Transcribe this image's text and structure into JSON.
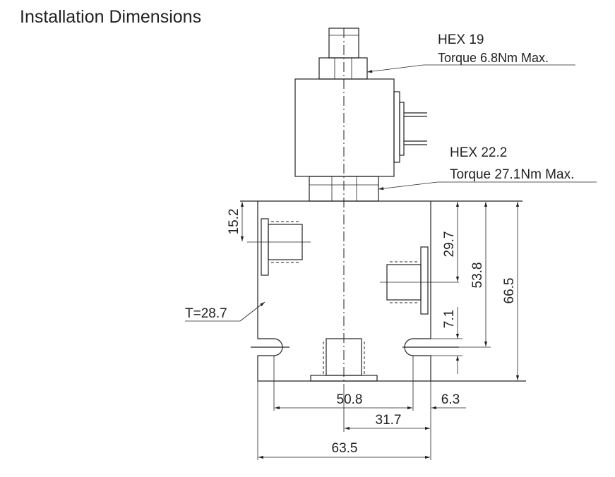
{
  "title": "Installation Dimensions",
  "callouts": {
    "hex_top": "HEX 19",
    "torque_top": "Torque 6.8Nm Max.",
    "hex_bottom": "HEX 22.2",
    "torque_bottom": "Torque 27.1Nm Max.",
    "thickness": "T=28.7"
  },
  "dimensions": {
    "d15_2": "15.2",
    "d29_7": "29.7",
    "d53_8": "53.8",
    "d66_5": "66.5",
    "d7_1": "7.1",
    "d50_8": "50.8",
    "d6_3": "6.3",
    "d31_7": "31.7",
    "d63_5": "63.5"
  }
}
